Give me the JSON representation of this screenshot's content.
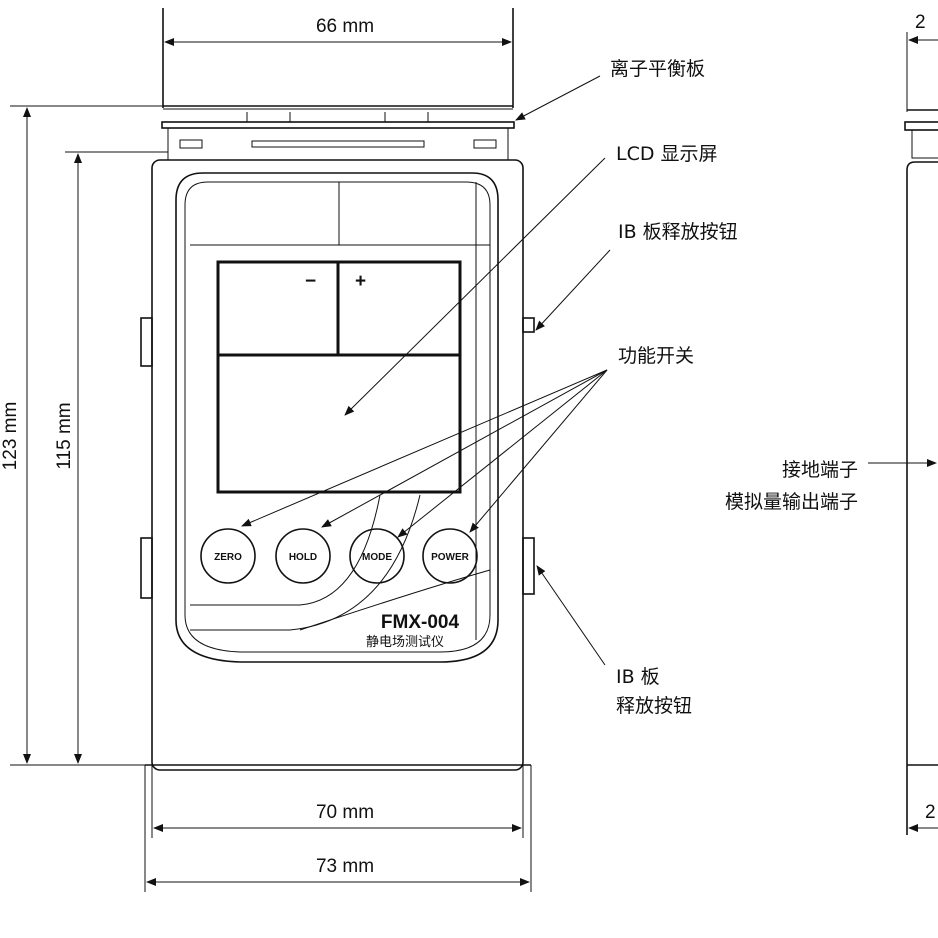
{
  "dimensions": {
    "top_width": "66 mm",
    "total_height": "123 mm",
    "body_height": "115 mm",
    "body_width": "70 mm",
    "base_width": "73 mm",
    "side_top": "2",
    "side_bottom": "2"
  },
  "device": {
    "model": "FMX-004",
    "name": "静电场测试仪",
    "lcd_minus": "−",
    "lcd_plus": "+",
    "buttons": [
      "ZERO",
      "HOLD",
      "MODE",
      "POWER"
    ]
  },
  "callouts": {
    "ion_plate": "离子平衡板",
    "lcd": "LCD 显示屏",
    "ib_release_top": "IB 板释放按钮",
    "function_switch": "功能开关",
    "ground_terminal": "接地端子",
    "analog_output": "模拟量输出端子",
    "ib_release_bottom_1": "IB 板",
    "ib_release_bottom_2": "释放按钮"
  }
}
